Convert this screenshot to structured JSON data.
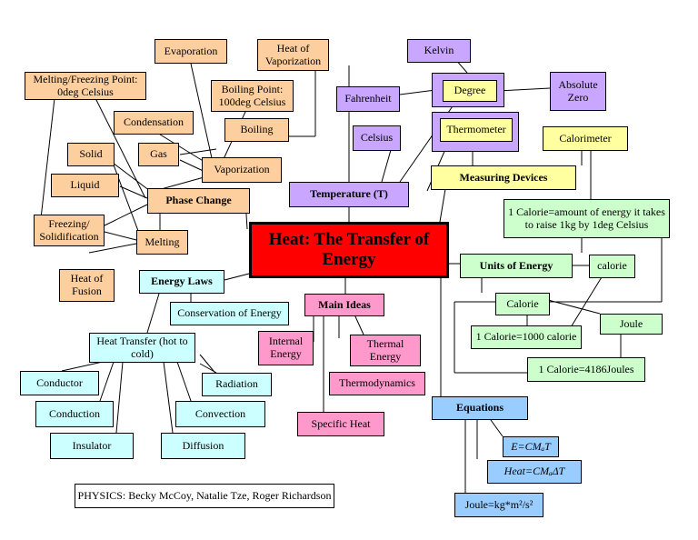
{
  "center": "Heat: The Transfer of Energy",
  "phase": {
    "title": "Phase Change",
    "evaporation": "Evaporation",
    "heat_vaporization": "Heat of Vaporization",
    "melting_point": "Melting/Freezing Point: 0deg Celsius",
    "boiling_point": "Boiling Point: 100deg Celsius",
    "condensation": "Condensation",
    "boiling": "Boiling",
    "solid": "Solid",
    "gas": "Gas",
    "vaporization": "Vaporization",
    "liquid": "Liquid",
    "freezing": "Freezing/ Solidification",
    "melting": "Melting",
    "heat_fusion": "Heat of Fusion"
  },
  "temperature": {
    "title": "Temperature (T)",
    "kelvin": "Kelvin",
    "fahrenheit": "Fahrenheit",
    "degree": "Degree",
    "absolute_zero": "Absolute Zero",
    "celsius": "Celsius",
    "thermometer": "Thermometer"
  },
  "measuring": {
    "title": "Measuring Devices",
    "calorimeter": "Calorimeter"
  },
  "units": {
    "title": "Units of Energy",
    "calorie_def": "1 Calorie=amount of energy it takes to raise 1kg by 1deg Celsius",
    "calorie_small": "calorie",
    "calorie_big": "Calorie",
    "joule": "Joule",
    "conv1": "1 Calorie=1000 calorie",
    "conv2": "1 Calorie=4186Joules"
  },
  "laws": {
    "title": "Energy Laws",
    "conservation": "Conservation of Energy",
    "heat_transfer": "Heat Transfer (hot to cold)",
    "conductor": "Conductor",
    "radiation": "Radiation",
    "conduction": "Conduction",
    "convection": "Convection",
    "insulator": "Insulator",
    "diffusion": "Diffusion"
  },
  "main": {
    "title": "Main Ideas",
    "internal": "Internal Energy",
    "thermal": "Thermal Energy",
    "thermo": "Thermodynamics",
    "specific": "Specific Heat"
  },
  "equations": {
    "title": "Equations",
    "e1": "E=CMₐT",
    "e2": "Heat=CMₐΔT",
    "e3": "Joule=kg*m²/s²"
  },
  "credit": "PHYSICS: Becky McCoy, Natalie Tze, Roger Richardson",
  "colors": {
    "phase": "#fdcf9f",
    "temperature": "#c9a6ff",
    "measuring": "#ffffa0",
    "units": "#ccffcc",
    "laws": "#ccffff",
    "main": "#ff99cc",
    "equations": "#99ccff",
    "center": "#ff0000"
  }
}
